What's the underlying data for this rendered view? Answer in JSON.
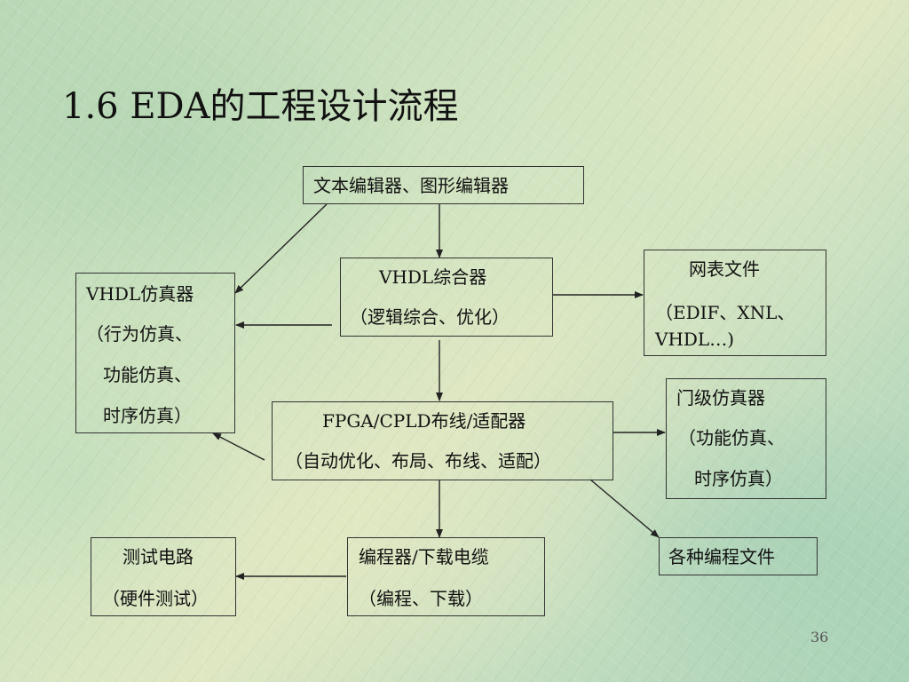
{
  "slide": {
    "title": "1.6  EDA的工程设计流程",
    "page_number": "36"
  },
  "nodes": {
    "editor": {
      "lines": [
        "文本编辑器、图形编辑器"
      ]
    },
    "synthesizer": {
      "lines": [
        "VHDL综合器",
        "（逻辑综合、优化）"
      ]
    },
    "simulator": {
      "lines": [
        "VHDL仿真器",
        "（行为仿真、",
        "功能仿真、",
        "时序仿真）"
      ]
    },
    "netlist": {
      "lines": [
        "网表文件",
        "（EDIF、XNL、",
        "VHDL…)"
      ]
    },
    "fitter": {
      "lines": [
        "FPGA/CPLD布线/适配器",
        "（自动优化、布局、布线、适配）"
      ]
    },
    "gate_simulator": {
      "lines": [
        "门级仿真器",
        "（功能仿真、",
        "时序仿真）"
      ]
    },
    "test_circuit": {
      "lines": [
        "测试电路",
        "（硬件测试）"
      ]
    },
    "programmer": {
      "lines": [
        "编程器/下载电缆",
        "（编程、下载）"
      ]
    },
    "program_files": {
      "lines": [
        "各种编程文件"
      ]
    }
  },
  "edges": [
    {
      "from": "editor",
      "to": "synthesizer"
    },
    {
      "from": "editor",
      "to": "simulator"
    },
    {
      "from": "synthesizer",
      "to": "simulator"
    },
    {
      "from": "synthesizer",
      "to": "netlist"
    },
    {
      "from": "synthesizer",
      "to": "fitter"
    },
    {
      "from": "fitter",
      "to": "simulator"
    },
    {
      "from": "fitter",
      "to": "gate_simulator"
    },
    {
      "from": "fitter",
      "to": "program_files"
    },
    {
      "from": "fitter",
      "to": "programmer"
    },
    {
      "from": "programmer",
      "to": "test_circuit"
    }
  ]
}
